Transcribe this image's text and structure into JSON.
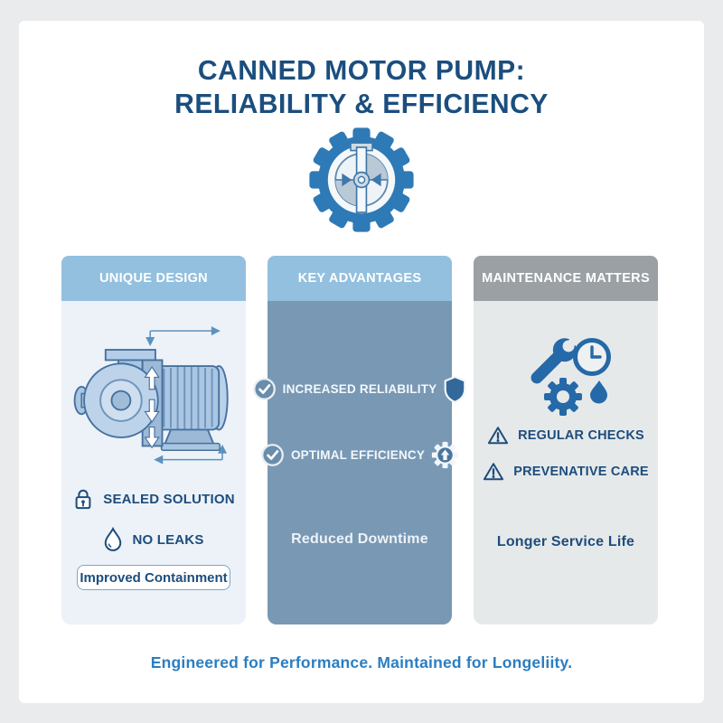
{
  "header": {
    "title_line1": "CANNED MOTOR PUMP:",
    "title_line2": "RELIABILITY & EFFICIENCY",
    "logo_icon": "gear-pump-icon"
  },
  "columns": {
    "design": {
      "header": "UNIQUE DESIGN",
      "illustration": "canned-motor-pump-cutaway",
      "items": [
        {
          "icon": "lock-icon",
          "label": "SEALED SOLUTION"
        },
        {
          "icon": "droplet-icon",
          "label": "NO LEAKS"
        }
      ],
      "callout": "Improved Containment"
    },
    "advantages": {
      "header": "KEY ADVANTAGES",
      "items": [
        {
          "icon": "check-circle-icon",
          "label": "INCREASED RELIABILITY",
          "badge": "shield-icon"
        },
        {
          "icon": "check-circle-icon",
          "label": "OPTIMAL EFFICIENCY",
          "badge": "gear-arrow-up-icon"
        }
      ],
      "footnote": "Reduced Downtime"
    },
    "maintenance": {
      "header": "MAINTENANCE MATTERS",
      "icon_cluster": [
        "wrench-icon",
        "clock-icon",
        "gear-icon",
        "droplet-icon"
      ],
      "items": [
        {
          "icon": "warning-triangle-icon",
          "label": "REGULAR CHECKS"
        },
        {
          "icon": "warning-triangle-icon",
          "label": "PREVENATIVE CARE"
        }
      ],
      "footnote": "Longer Service Life"
    }
  },
  "footer": {
    "tagline": "Engineered for Performance. Maintained for Longeliity."
  },
  "colors": {
    "title_navy": "#1b4e7e",
    "accent_blue": "#2e7ab6",
    "header_light_blue": "#93c0de",
    "header_gray": "#9aa0a4",
    "panel_light": "#edf2f8",
    "panel_steel": "#7898b4",
    "panel_gray": "#e6e9ea",
    "footer_blue": "#2b7ec1",
    "icon_blue": "#2569a8"
  }
}
